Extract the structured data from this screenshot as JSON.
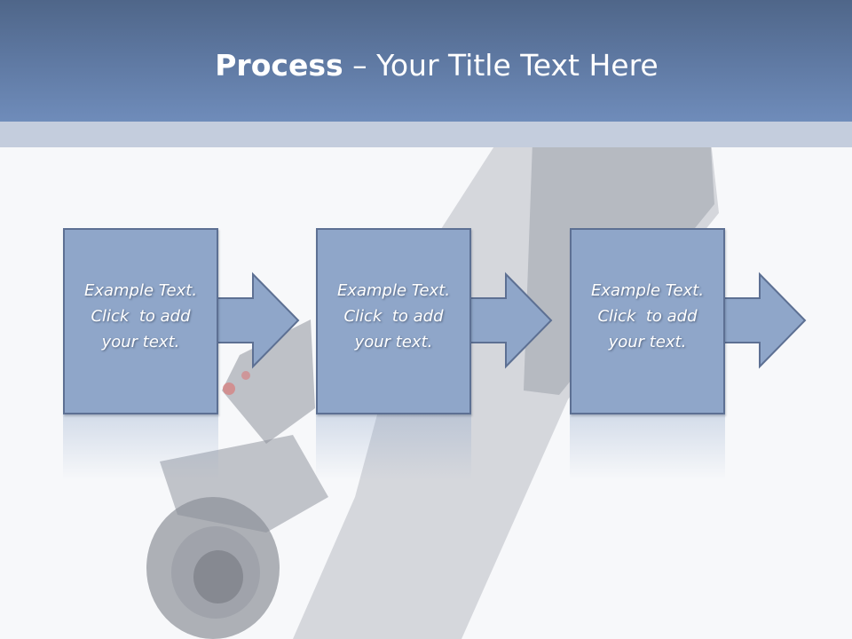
{
  "header": {
    "title_bold": "Process",
    "title_rest": " – Your Title Text Here"
  },
  "steps": [
    {
      "line1": "Example Text.",
      "line2": "Click  to add",
      "line3": "your text."
    },
    {
      "line1": "Example Text.",
      "line2": "Click  to add",
      "line3": "your text."
    },
    {
      "line1": "Example Text.",
      "line2": "Click  to add",
      "line3": "your text."
    }
  ],
  "colors": {
    "header": "#5d77a0",
    "box_fill": "#8fa6c9",
    "box_border": "#5d7093"
  },
  "background_image": "revolver-photo"
}
